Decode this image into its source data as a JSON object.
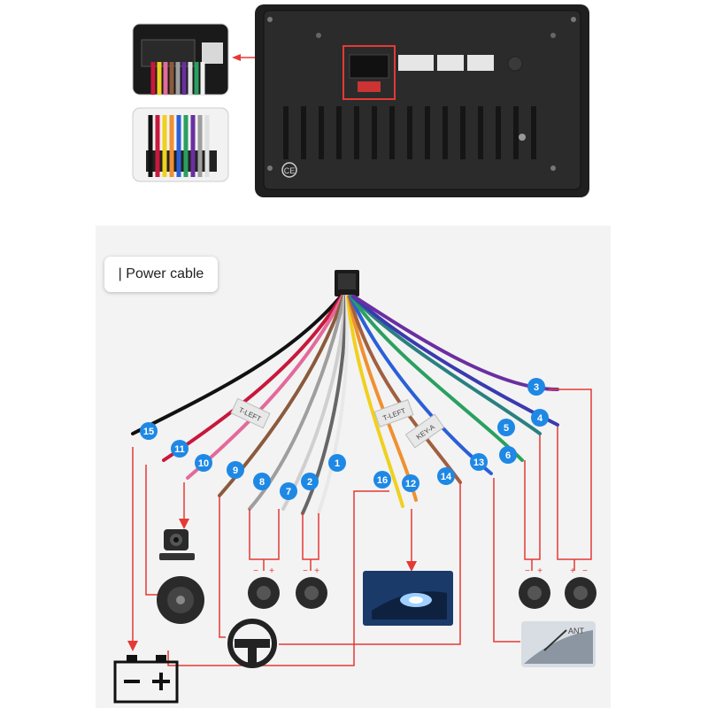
{
  "power_cable_title": "| Power cable",
  "wire_numbers": [
    "1",
    "2",
    "3",
    "4",
    "5",
    "6",
    "7",
    "8",
    "9",
    "10",
    "11",
    "12",
    "13",
    "14",
    "15",
    "16"
  ],
  "wire_tags": [
    "T-LEFT",
    "T-LEFT",
    "KEY-A"
  ],
  "ce_mark": "CE",
  "ant_label": "ANT",
  "speaker_polarity": [
    "−",
    "+",
    "−",
    "+",
    "−",
    "+",
    "+",
    "−"
  ],
  "colors": {
    "badge": "#1e88e5",
    "route_red": "#e53935",
    "black_wire": "#111111",
    "red_wire": "#c8183c",
    "pink_wire": "#e36a9a",
    "brown_wire": "#8b5a3c",
    "gray_wire": "#9e9e9e",
    "white_wire": "#f5f5f5",
    "yellow_wire": "#f0d020",
    "orange_wire": "#f09030",
    "blue_wire": "#2b5fd8",
    "purple_wire": "#6a2fa0",
    "green_wire": "#2aa060"
  },
  "icons": [
    "reverse-camera-icon",
    "amplifier-icon",
    "steering-wheel-icon",
    "headlight-icon",
    "speaker-icon",
    "antenna-icon",
    "battery-icon"
  ]
}
